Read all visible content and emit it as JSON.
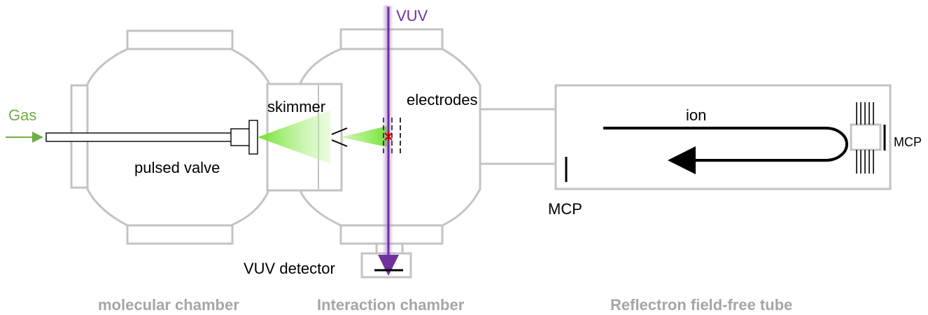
{
  "labels": {
    "gas": "Gas",
    "vuv": "VUV",
    "skimmer": "skimmer",
    "electrodes": "electrodes",
    "pulsed_valve": "pulsed valve",
    "ion": "ion",
    "mcp_right": "MCP",
    "mcp_left": "MCP",
    "vuv_detector": "VUV detector"
  },
  "sections": {
    "molecular_chamber": "molecular chamber",
    "interaction_chamber": "Interaction chamber",
    "reflectron": "Reflectron field-free tube"
  },
  "colors": {
    "chamber_outline": "#c3c3c3",
    "gas_green": "#70ad47",
    "beam_green": "#7ee83a",
    "vuv_purple": "#7030a0",
    "section_gray": "#a6a6a6",
    "ion_path": "#000000",
    "interaction_point": "#c00000"
  }
}
